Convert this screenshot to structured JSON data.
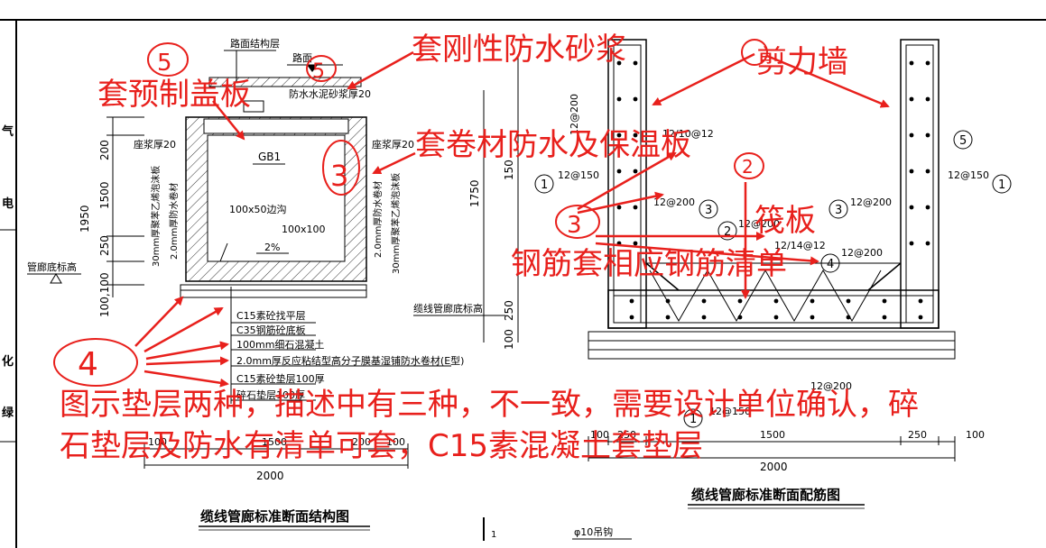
{
  "sidebar": {
    "chars": [
      "气",
      "电",
      "化",
      "绿"
    ]
  },
  "structure_drawing": {
    "caption": "缆线管廊标准断面结构图",
    "road_layer": "路面结构层",
    "road_surface": "路面",
    "waterproof_mortar": "防水水泥砂浆厚20",
    "bedding_mortar": "座浆厚20",
    "cover_plate": "GB1",
    "dim_total_height": "1950",
    "dim_200": "200",
    "dim_1500": "1500",
    "dim_250": "250",
    "dim_100_100": "100,100",
    "insulation_left": "30mm厚聚苯乙烯泡沫板",
    "membrane_left": "2.0mm厚防水卷材",
    "insulation_right": "30mm厚聚苯乙烯泡沫板",
    "membrane_right": "2.0mm厚防水卷材",
    "ditch": "100x50边沟",
    "ditch_right": "100x100",
    "slope": "2%",
    "bottom_level": "管廊底标高",
    "layers": [
      "C15素砼找平层",
      "C35钢筋砼底板",
      "100mm细石混凝土",
      "2.0mm厚反应粘结型高分子膜基湿铺防水卷材(E型)",
      "C15素砼垫层100厚",
      "碎石垫层100厚"
    ],
    "dims_bottom": [
      "100",
      "1500",
      "200",
      "100"
    ],
    "dim_2000": "2000",
    "dim_1750": "1750"
  },
  "rebar_drawing": {
    "caption": "缆线管廊标准断面配筋图",
    "bottom_level": "缆线管廊底标高",
    "label_12_200_top": "12@200",
    "label_12_10_12": "12/10@12",
    "label_12_150_left": "12@150",
    "label_12_150_right": "12@150",
    "label_12_200_a": "12@200",
    "label_12_200_b": "12@200",
    "label_12_200_c": "12@200",
    "label_12_200_d": "12@200",
    "label_14_12": "12/14@12",
    "label_12_200_bottom": "12@200",
    "label_12_150_bottom": "12@150",
    "circle_1": "1",
    "circle_2": "2",
    "circle_3": "3",
    "circle_4": "4",
    "circle_5": "5",
    "dims_bottom": [
      "100",
      "250",
      "1500",
      "250",
      "100"
    ],
    "dim_2000": "2000",
    "dim_150": "150",
    "dim_250": "250",
    "dim_100": "100",
    "hook_label": "φ10吊钩",
    "small_1": "1"
  },
  "annotations": {
    "a1": "套刚性防水砂浆",
    "a2": "剪力墙",
    "a3": "套预制盖板",
    "a4": "套卷材防水及保温板",
    "a5": "筏板",
    "a6": "钢筋套相应钢筋清单",
    "a7_line1": "图示垫层两种，描述中有三种，不一致，需要设计单位确认，碎",
    "a7_line2": "石垫层及防水有清单可套，C15素混凝土套垫层",
    "circle_5": "5",
    "circle_3": "3",
    "circle_2": "2",
    "circle_4": "4"
  },
  "colors": {
    "annotation": "#e8201c",
    "line": "#000000"
  }
}
